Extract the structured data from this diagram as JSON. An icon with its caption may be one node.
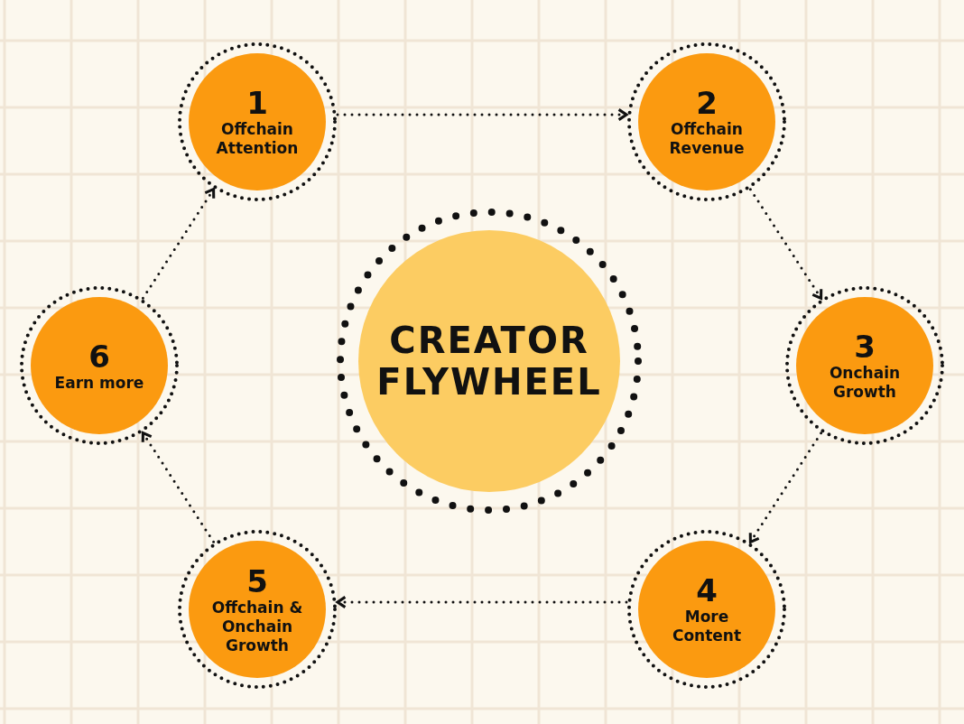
{
  "diagram": {
    "nodes": [
      {
        "text": [
          "1",
          "Offchain Attention"
        ]
      },
      {
        "text": [
          "2",
          "Offchain Revenue"
        ]
      },
      {
        "text": [
          "CREATOR FLYWHEEL"
        ]
      },
      {
        "text": [
          "6",
          "Earn more"
        ]
      },
      {
        "text": [
          "3",
          "Onchain Growth"
        ]
      },
      {
        "text": [
          "5",
          "Offchain & Onchain Growth"
        ]
      },
      {
        "text": [
          "4",
          "More Content"
        ]
      }
    ],
    "edges": [
      {
        "from": 0,
        "to": 1,
        "arrow": "to"
      },
      {
        "from": 1,
        "to": 4,
        "arrow": "to"
      },
      {
        "from": 4,
        "to": 6,
        "arrow": "to"
      },
      {
        "from": 6,
        "to": 5,
        "arrow": "to"
      },
      {
        "from": 5,
        "to": 3,
        "arrow": "to"
      },
      {
        "from": 3,
        "to": 0,
        "arrow": "to"
      }
    ]
  }
}
